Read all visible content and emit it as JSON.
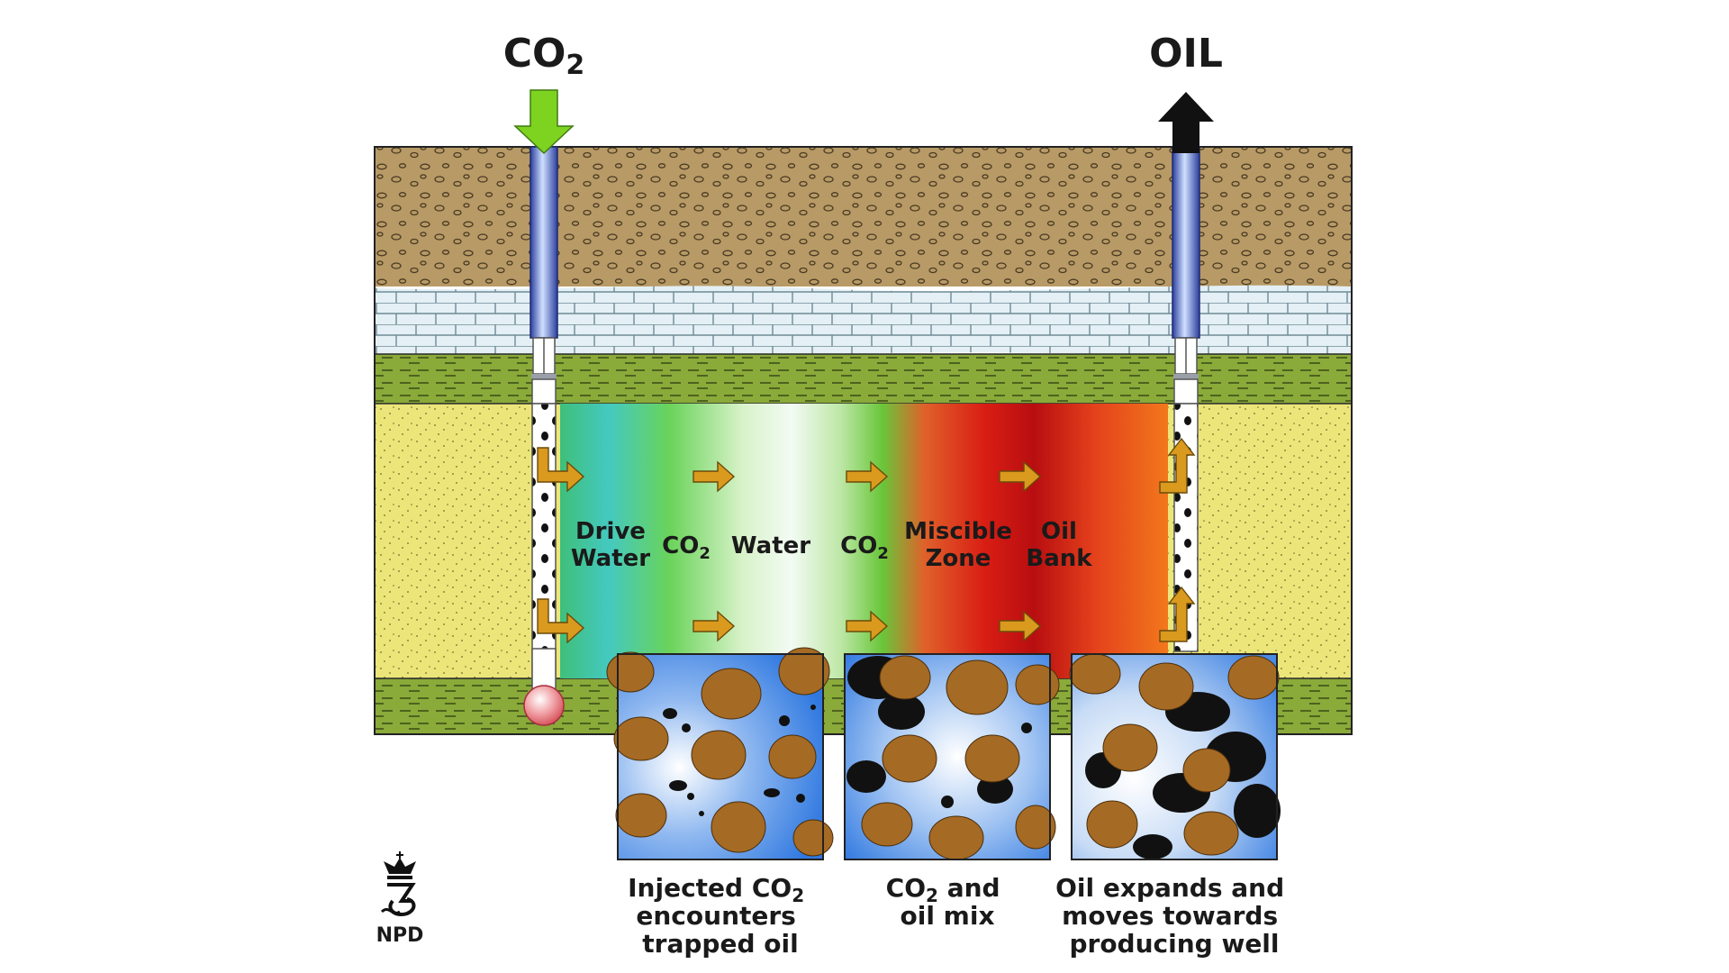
{
  "injection": {
    "label": "CO",
    "label_sub": "2",
    "arrow_color": "#7ed321"
  },
  "production": {
    "label": "OIL",
    "arrow_color": "#111111"
  },
  "zones": [
    {
      "line1": "Drive",
      "line2": "Water"
    },
    {
      "line1": "CO",
      "sub": "2"
    },
    {
      "line1": "Water"
    },
    {
      "line1": "CO",
      "sub": "2"
    },
    {
      "line1": "Miscible",
      "line2": "Zone"
    },
    {
      "line1": "Oil",
      "line2": "Bank"
    }
  ],
  "panels": [
    {
      "caption": [
        "Injected CO",
        "2",
        "encounters",
        "trapped oil"
      ]
    },
    {
      "caption": [
        "CO",
        "2",
        " and",
        "oil mix"
      ]
    },
    {
      "caption": [
        "Oil expands and",
        "moves towards",
        "producing well"
      ]
    }
  ],
  "logo": {
    "text": "NPD"
  },
  "colors": {
    "overburden": "#b89a66",
    "limestone": "#e4f0f5",
    "shale": "#8aaa3a",
    "sand": "#ece67a",
    "rock_grain": "#a56a24",
    "flow_arrow": "#d99a1e"
  }
}
